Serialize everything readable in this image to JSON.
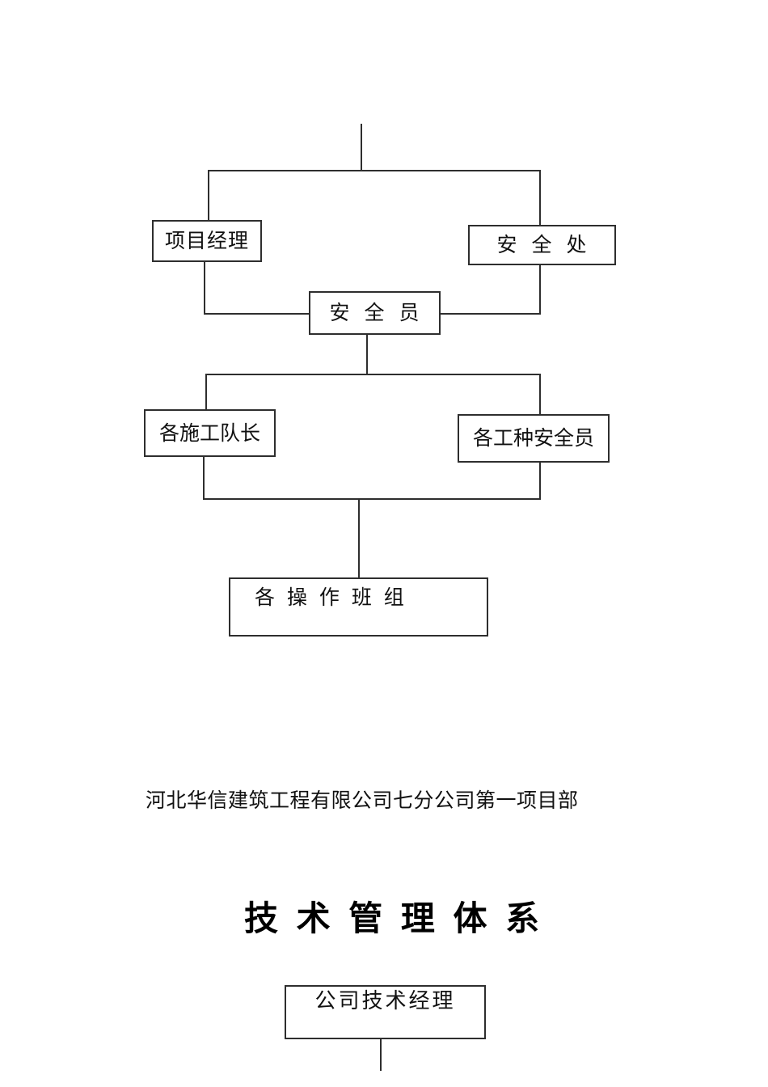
{
  "document": {
    "background": "#ffffff",
    "line_color": "#2e2e2e",
    "text_color": "#111111"
  },
  "safety_chart": {
    "nodes": {
      "project_manager": {
        "label": "项目经理"
      },
      "safety_department": {
        "label": "安 全 处"
      },
      "safety_officer": {
        "label": "安 全 员"
      },
      "construction_team_leaders": {
        "label": "各施工队长"
      },
      "trade_safety_officers": {
        "label": "各工种安全员"
      },
      "operation_teams": {
        "label": "各 操 作 班 组"
      }
    },
    "edges": [
      "top-stub -> project_manager",
      "top-stub -> safety_department",
      "project_manager -> safety_officer",
      "safety_department -> safety_officer",
      "safety_officer -> construction_team_leaders",
      "safety_officer -> trade_safety_officers",
      "construction_team_leaders -> operation_teams",
      "trade_safety_officers -> operation_teams"
    ]
  },
  "company_caption": {
    "text": "河北华信建筑工程有限公司七分公司第一项目部"
  },
  "tech_chart": {
    "title": "技 术 管 理 体 系",
    "nodes": {
      "company_technical_manager": {
        "label": "公司技术经理"
      }
    },
    "edges": [
      "company_technical_manager -> bottom-stub"
    ]
  }
}
